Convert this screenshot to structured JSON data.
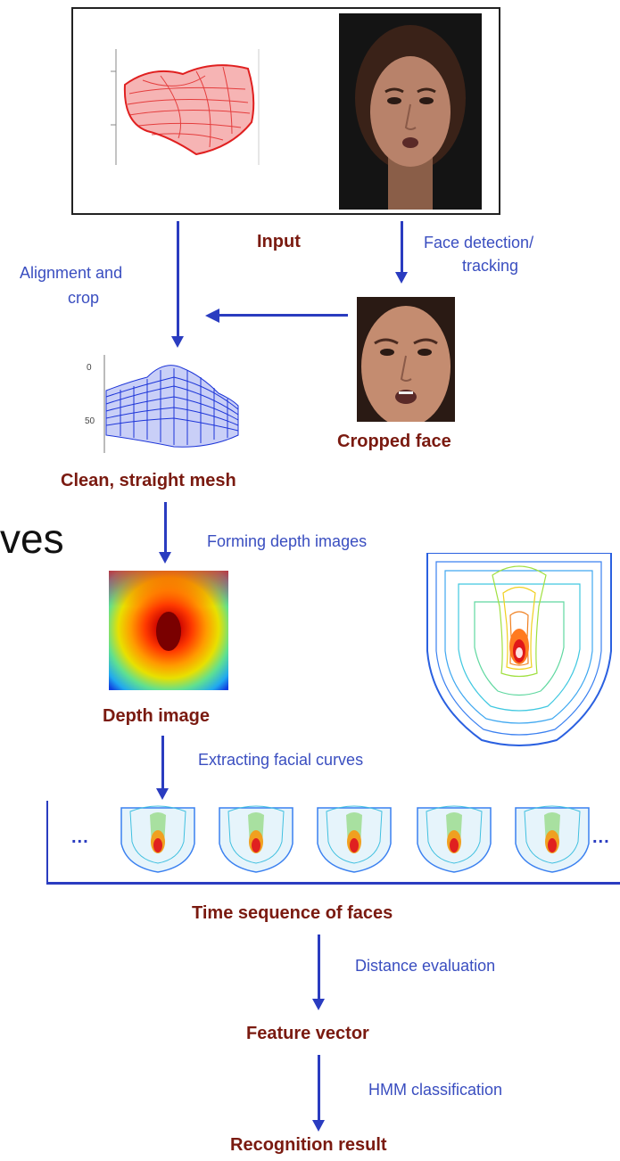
{
  "steps": {
    "input": "Input",
    "cropped_face": "Cropped face",
    "clean_mesh": "Clean, straight mesh",
    "depth_image": "Depth image",
    "time_sequence": "Time sequence of faces",
    "feature_vector": "Feature vector",
    "recognition_result": "Recognition result"
  },
  "edges": {
    "face_detection_line1": "Face detection/",
    "face_detection_line2": "tracking",
    "alignment_line1": "Alignment and",
    "alignment_line2": "crop",
    "forming_depth": "Forming depth images",
    "extracting_curves": "Extracting facial curves",
    "distance_evaluation": "Distance evaluation",
    "hmm_classification": "HMM classification"
  },
  "mesh_axis": {
    "tick_top": "0",
    "tick_bottom": "50"
  },
  "sequence": {
    "ellipsis_left": "...",
    "ellipsis_right": "..."
  },
  "cropped_text_fragment": "ves",
  "colors": {
    "step_label": "#7a1a10",
    "edge_label": "#3a4ec0",
    "arrow": "#2a3cc0",
    "raw_mesh": "#e02020",
    "clean_mesh": "#1d35d8"
  }
}
